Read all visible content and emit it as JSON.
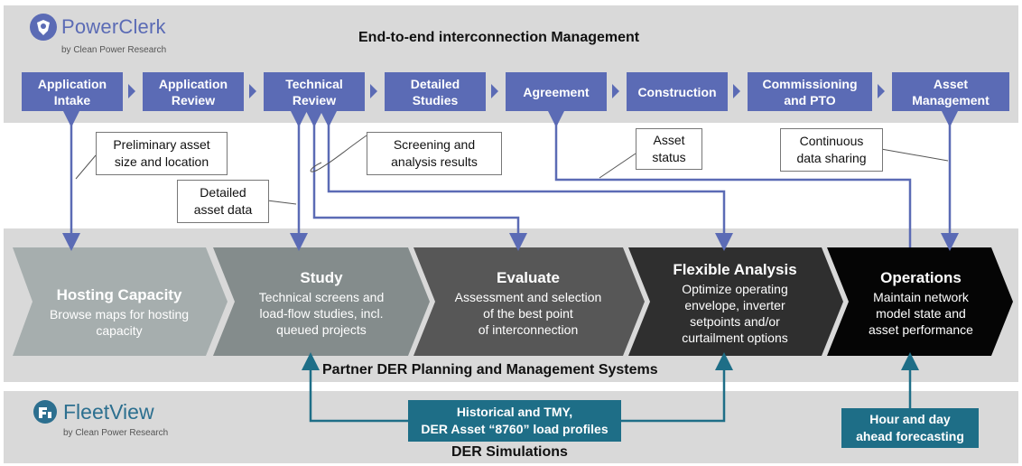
{
  "powerclerk": {
    "logo_text": "PowerClerk",
    "logo_sub": "by Clean Power Research",
    "title": "End-to-end interconnection Management"
  },
  "steps": [
    {
      "label": "Application\nIntake"
    },
    {
      "label": "Application\nReview"
    },
    {
      "label": "Technical\nReview"
    },
    {
      "label": "Detailed\nStudies"
    },
    {
      "label": "Agreement"
    },
    {
      "label": "Construction"
    },
    {
      "label": "Commissioning\nand PTO"
    },
    {
      "label": "Asset\nManagement"
    }
  ],
  "callouts": {
    "preliminary": "Preliminary asset\nsize and location",
    "detailed": "Detailed\nasset data",
    "screening": "Screening and\nanalysis results",
    "asset_status": "Asset\nstatus",
    "continuous": "Continuous\ndata sharing"
  },
  "stages": [
    {
      "title": "Hosting Capacity",
      "desc": "Browse maps for hosting\ncapacity",
      "color": "#a6aeae"
    },
    {
      "title": "Study",
      "desc": "Technical screens and\nload-flow studies, incl.\nqueued projects",
      "color": "#848c8c"
    },
    {
      "title": "Evaluate",
      "desc": "Assessment and selection\nof the best point\nof interconnection",
      "color": "#575757"
    },
    {
      "title": "Flexible Analysis",
      "desc": "Optimize operating\nenvelope, inverter\nsetpoints and/or\ncurtailment options",
      "color": "#2f2f2f"
    },
    {
      "title": "Operations",
      "desc": "Maintain network\nmodel state and\nasset performance",
      "color": "#050505"
    }
  ],
  "partner_label": "Partner DER Planning and Management Systems",
  "fleetview": {
    "logo_text": "FleetView",
    "logo_sub": "by Clean Power Research",
    "label": "DER Simulations"
  },
  "sim_boxes": {
    "profiles": "Historical and TMY,\nDER Asset “8760” load profiles",
    "forecast": "Hour and day\nahead forecasting"
  },
  "colors": {
    "blue": "#5b6bb5",
    "teal": "#1e6e87",
    "band": "#d9d9d9"
  }
}
